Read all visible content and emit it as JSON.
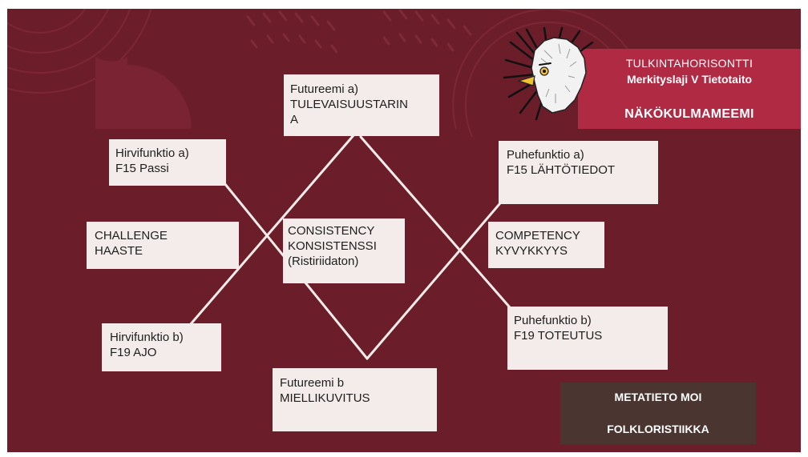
{
  "title_card": {
    "line1": "TULKINTAHORISONTTI",
    "line2": "Merkityslaji V Tietotaito",
    "line3": "NÄKÖKULMAMEEMI"
  },
  "boxes": {
    "futureemi_a": [
      "Futureemi a)",
      "TULEVAISUUSTARIN",
      "A"
    ],
    "hirvifunktio_a": [
      "Hirvifunktio a)",
      "F15 Passi"
    ],
    "puhefunktio_a": [
      "Puhefunktio a)",
      "F15 LÄHTÖTIEDOT"
    ],
    "challenge": [
      "CHALLENGE",
      "HAASTE"
    ],
    "consistency": [
      "CONSISTENCY",
      "KONSISTENSSI",
      "(Ristiriidaton)"
    ],
    "competency": [
      "COMPETENCY",
      "KYVYKKYYS"
    ],
    "hirvifunktio_b": [
      "Hirvifunktio b)",
      "F19 AJO"
    ],
    "puhefunktio_b": [
      "Puhefunktio b)",
      "F19 TOTEUTUS"
    ],
    "futureemi_b": [
      "Futureemi b",
      "MIELLIKUVITUS"
    ]
  },
  "meta_card": {
    "line1": "METATIETO MOI",
    "line2": "FOLKLORISTIIKKA"
  },
  "colors": {
    "background": "#6b1d2a",
    "title_card": "#b02a44",
    "meta_card": "#4a3530",
    "box": "#f3ecea",
    "lines": "#f3ecea"
  }
}
